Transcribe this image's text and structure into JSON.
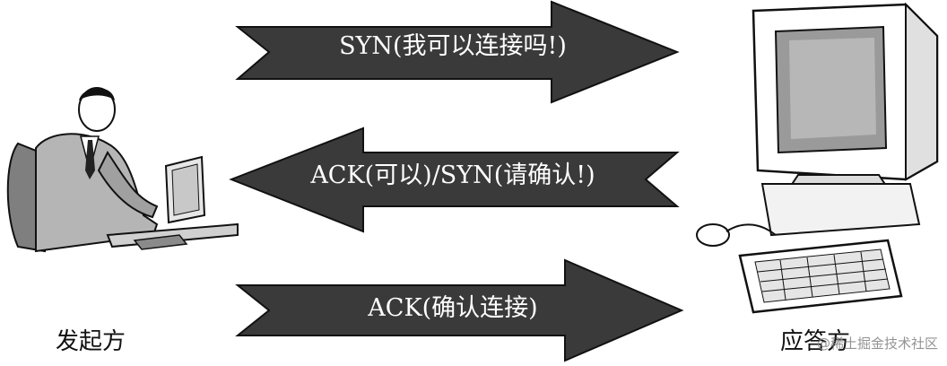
{
  "arrows": [
    {
      "text": "SYN(我可以连接吗!)",
      "direction": "right"
    },
    {
      "text": "ACK(可以)/SYN(请确认!)",
      "direction": "left"
    },
    {
      "text": "ACK(确认连接)",
      "direction": "right"
    }
  ],
  "initiator": {
    "label": "发起方"
  },
  "responder": {
    "label": "应答方"
  },
  "watermark": "@稀土掘金技术社区",
  "colors": {
    "arrow_fill": "#3a3a3a",
    "arrow_text": "#ffffff",
    "figure_gray": "#9a9a9a"
  }
}
